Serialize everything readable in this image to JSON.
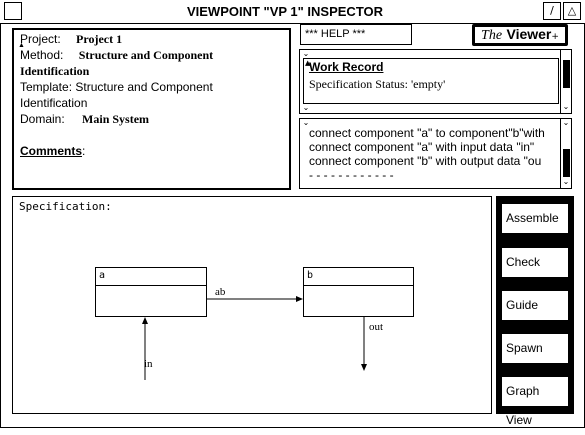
{
  "window": {
    "title": "VIEWPOINT \"VP 1\" INSPECTOR"
  },
  "info": {
    "project_label": "Project:",
    "project_value": "Project 1",
    "method_label": "Method:",
    "method_value_line1": "Structure and Component",
    "method_value_line2": "Identification",
    "template_line1": "Template: Structure and Component",
    "template_line2": "Identification",
    "domain_label": "Domain:",
    "domain_value": "Main System",
    "comments_label": "Comments",
    "comments_colon": ":"
  },
  "help": {
    "label": "*** HELP ***"
  },
  "logo": {
    "the": "The",
    "viewer": "Viewer",
    "plus": "+"
  },
  "work_record": {
    "title": "Work Record",
    "status": "Specification Status:  'empty'"
  },
  "log": {
    "lines": [
      "connect component \"a\" to component\"b\"with",
      "connect component \"a\" with input data \"in\"",
      "connect component \"b\" with output data \"ou",
      "- - - - - - - - - - - -"
    ]
  },
  "spec": {
    "label": "Specification:",
    "components": [
      {
        "name": "a"
      },
      {
        "name": "b"
      }
    ],
    "flows": {
      "ab": "ab",
      "in": "in",
      "out": "out"
    }
  },
  "actions": [
    {
      "label": "Assemble"
    },
    {
      "label": "Check"
    },
    {
      "label": "Guide"
    },
    {
      "label": "Spawn"
    },
    {
      "label": "Graph View"
    }
  ]
}
